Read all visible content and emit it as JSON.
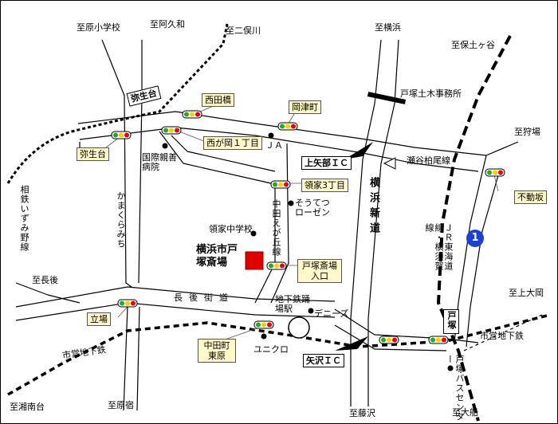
{
  "directions": {
    "to_harasho": "至原小学校",
    "to_akuwa": "至阿久和",
    "to_nimata": "至二俣川",
    "to_yokohama": "至横浜",
    "to_hodogaya": "至保土ヶ谷",
    "to_karihara": "至狩場",
    "to_nagago": "至長後",
    "to_kamiooka": "至上大岡",
    "to_shonandai": "至湘南台",
    "to_harajuku": "至原宿",
    "to_fujisawa": "至藤沢",
    "to_ofuna": "至大船"
  },
  "signals": {
    "nishidabashi": "西田橋",
    "douzucho": "岡津町",
    "yayoidai": "弥生台",
    "nishigaoka": "西が岡１丁目",
    "ryoke3": "領家3丁目",
    "fudozaka": "不動坂",
    "totsuka_entrance": "戸塚斎場入口",
    "tachiba": "立場",
    "nakada_higashi": "中田町東原"
  },
  "places": {
    "yayoidai_station": "弥生台",
    "kokusai_hospital": "国際親善病院",
    "ja": "ＪＡ",
    "sotetsu_rosen": "そうてつローゼン",
    "ryoke_jhs": "領家中学校",
    "crematorium": "横浜市戸塚斎場",
    "subway_station": "地下鉄踊場駅",
    "dennys": "デニーズ",
    "uniqlo": "ユニクロ",
    "totsuka_office": "戸塚土木事務所",
    "totsuka_bus_center": "戸塚バスセンター",
    "subway_line_east": "市営地下鉄",
    "subway_line_west": "市営地下鉄"
  },
  "roads": {
    "kamakura_michi": "かまくらみち",
    "nagago_kaido": "長後街道",
    "nakada_gaoka": "中田えが丘線",
    "yokohama_shindo": "横浜新道",
    "seya_line": "瀬谷柏尾線",
    "yayoidai_bypass": "弥生台",
    "sotetsu_izumino": "相鉄いずみ野線",
    "jr_line": "ＪＲ東海道線・横須賀線",
    "totsuka_station": "戸塚"
  },
  "interchanges": {
    "kamiyabe": "上矢部ＩＣ",
    "yazawa": "矢沢ＩＣ"
  },
  "route_number": "1",
  "colors": {
    "signal_box": "#fff8c8",
    "destination": "#e00000",
    "route_shield": "#1f3fd0"
  }
}
